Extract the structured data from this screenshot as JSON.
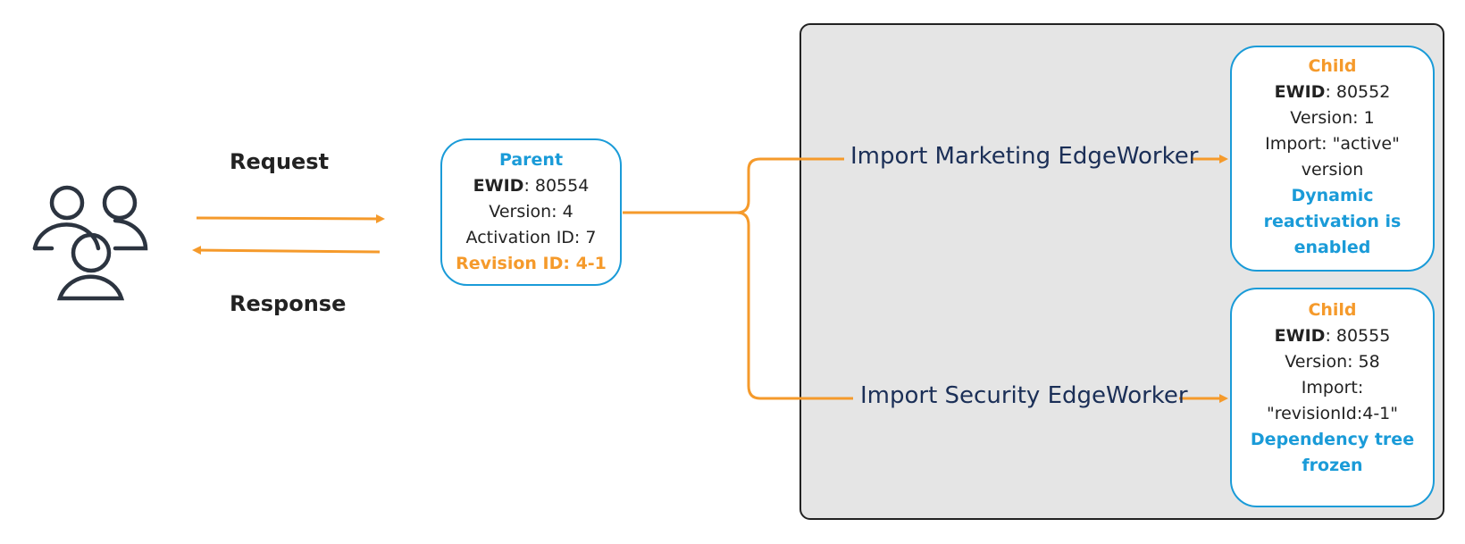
{
  "colors": {
    "accent_orange": "#f59a2b",
    "accent_blue": "#1a9bd8",
    "navy": "#1b2f57",
    "panel_gray": "#e5e5e5",
    "dark": "#222222"
  },
  "icons": {
    "users": "users-icon"
  },
  "labels": {
    "request": "Request",
    "response": "Response"
  },
  "parent": {
    "title": "Parent",
    "ewid_key": "EWID",
    "ewid_value": ": 80554",
    "version": "Version: 4",
    "activation": "Activation ID: 7",
    "revision": "Revision ID: 4-1"
  },
  "imports": {
    "marketing": "Import Marketing EdgeWorker",
    "security": "Import Security EdgeWorker"
  },
  "child1": {
    "title": "Child",
    "ewid_key": "EWID",
    "ewid_value": ": 80552",
    "version": "Version: 1",
    "import_line1": "Import: \"active\"",
    "import_line2": "version",
    "status_line1": "Dynamic",
    "status_line2": "reactivation is",
    "status_line3": "enabled"
  },
  "child2": {
    "title": "Child",
    "ewid_key": "EWID",
    "ewid_value": ": 80555",
    "version": "Version: 58",
    "import_line1": "Import:",
    "import_line2": "\"revisionId:4-1\"",
    "status_line1": "Dependency tree",
    "status_line2": "frozen"
  }
}
